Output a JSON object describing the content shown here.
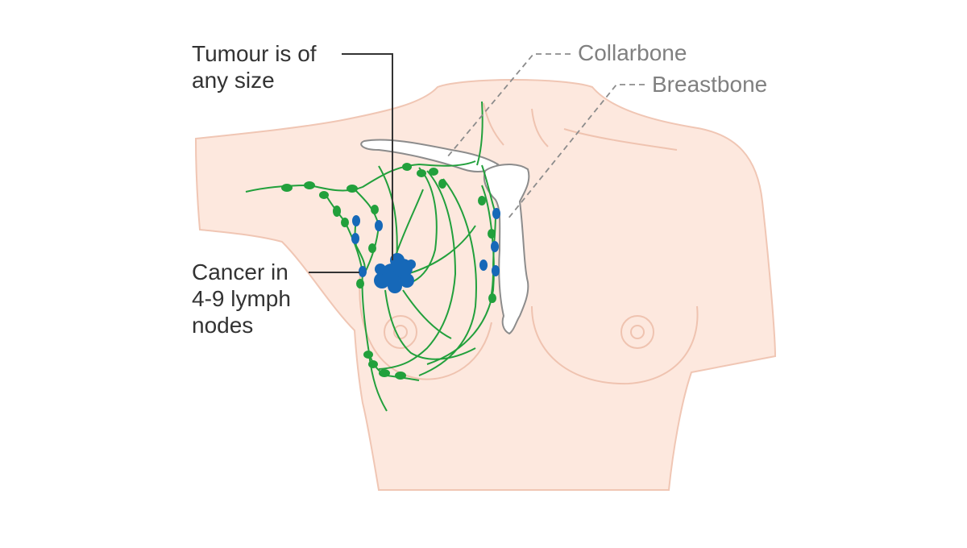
{
  "labels": {
    "tumour": [
      "Tumour is of",
      "any size"
    ],
    "nodes": [
      "Cancer in",
      "4-9 lymph",
      "nodes"
    ],
    "collarbone": "Collarbone",
    "breastbone": "Breastbone"
  },
  "colors": {
    "skin": "#fde8de",
    "skin_outline": "#f0c6b4",
    "lymph_vessel": "#22a03c",
    "healthy_node": "#22a03c",
    "cancer_node": "#1668b8",
    "tumour": "#1668b8",
    "bone_outline": "#8c8c8c",
    "label_dark": "#333333",
    "label_grey": "#808080"
  }
}
